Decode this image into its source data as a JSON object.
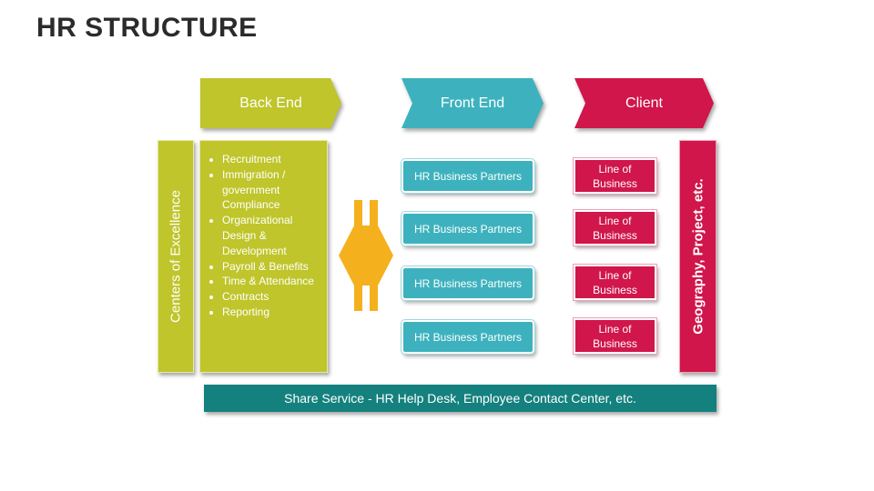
{
  "title": "HR STRUCTURE",
  "colors": {
    "green": "#bfc52a",
    "teal": "#3db2be",
    "crimson": "#d0164a",
    "dark_teal": "#14817e",
    "arrow_orange": "#f5b01e"
  },
  "headers": {
    "back_end": "Back End",
    "front_end": "Front End",
    "client": "Client"
  },
  "back_end": {
    "side_label": "Centers of Excellence",
    "items": [
      "Recruitment",
      "Immigration / government Compliance",
      "Organizational Design & Development",
      "Payroll & Benefits",
      "Time & Attendance",
      "Contracts",
      "Reporting"
    ]
  },
  "front_end": {
    "items": [
      "HR Business Partners",
      "HR Business Partners",
      "HR Business Partners",
      "HR Business Partners"
    ]
  },
  "client": {
    "items": [
      "Line of Business",
      "Line of Business",
      "Line of Business",
      "Line of Business"
    ],
    "side_label": "Geography, Project, etc."
  },
  "shared_service": "Share Service - HR Help Desk, Employee Contact Center, etc."
}
